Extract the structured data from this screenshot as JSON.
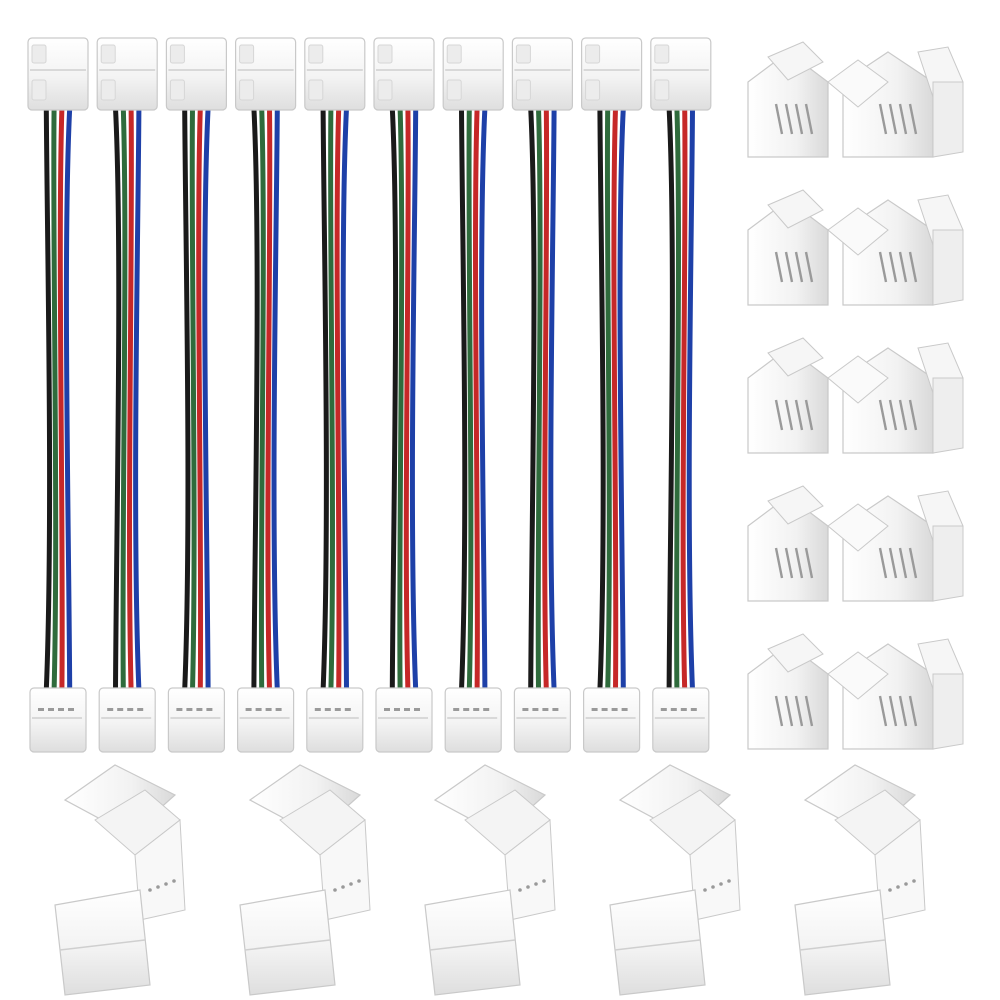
{
  "product": {
    "straight_connector_count": 10,
    "l_connector_right_count": 5,
    "l_connector_bottom_count": 5,
    "wire_colors": [
      "#1a1a1a",
      "#2f6b3c",
      "#c62828",
      "#1e40a8"
    ],
    "housing_color": "#f7f7f7",
    "housing_edge": "#c9c9c9",
    "pin_color": "#9a9a9a",
    "background": "#ffffff"
  }
}
